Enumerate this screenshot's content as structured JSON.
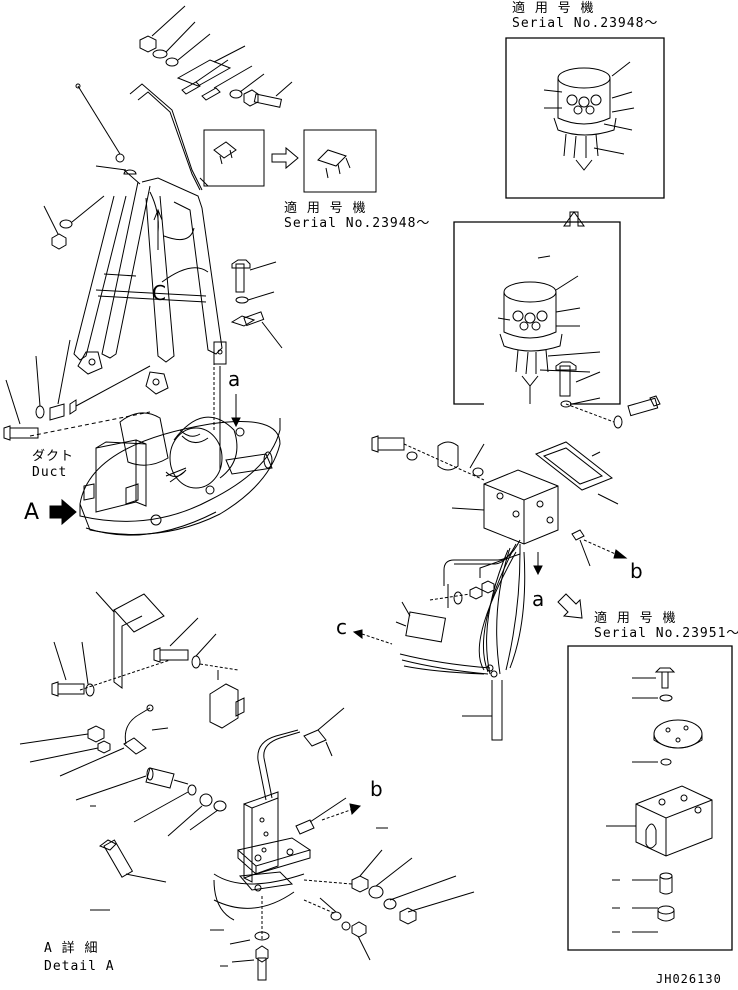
{
  "labels": {
    "serial_note_1_jp": "適 用 号 機",
    "serial_note_1_no": "Serial No.23948～",
    "serial_note_2_jp": "適 用 号 機",
    "serial_note_2_no": "Serial No.23948～",
    "serial_note_3_jp": "適 用 号 機",
    "serial_note_3_no": "Serial No.23951～",
    "duct_jp": "ダクト",
    "duct_en": "Duct",
    "arrow_a_big": "A",
    "detail_jp": "A 詳 細",
    "detail_en": "Detail A",
    "ref_c_upper": "C",
    "ref_a_upper": "a",
    "ref_a_right": "a",
    "ref_b_right": "b",
    "ref_c_right": "c",
    "ref_b_lower": "b",
    "drawing_no": "JH026130"
  }
}
